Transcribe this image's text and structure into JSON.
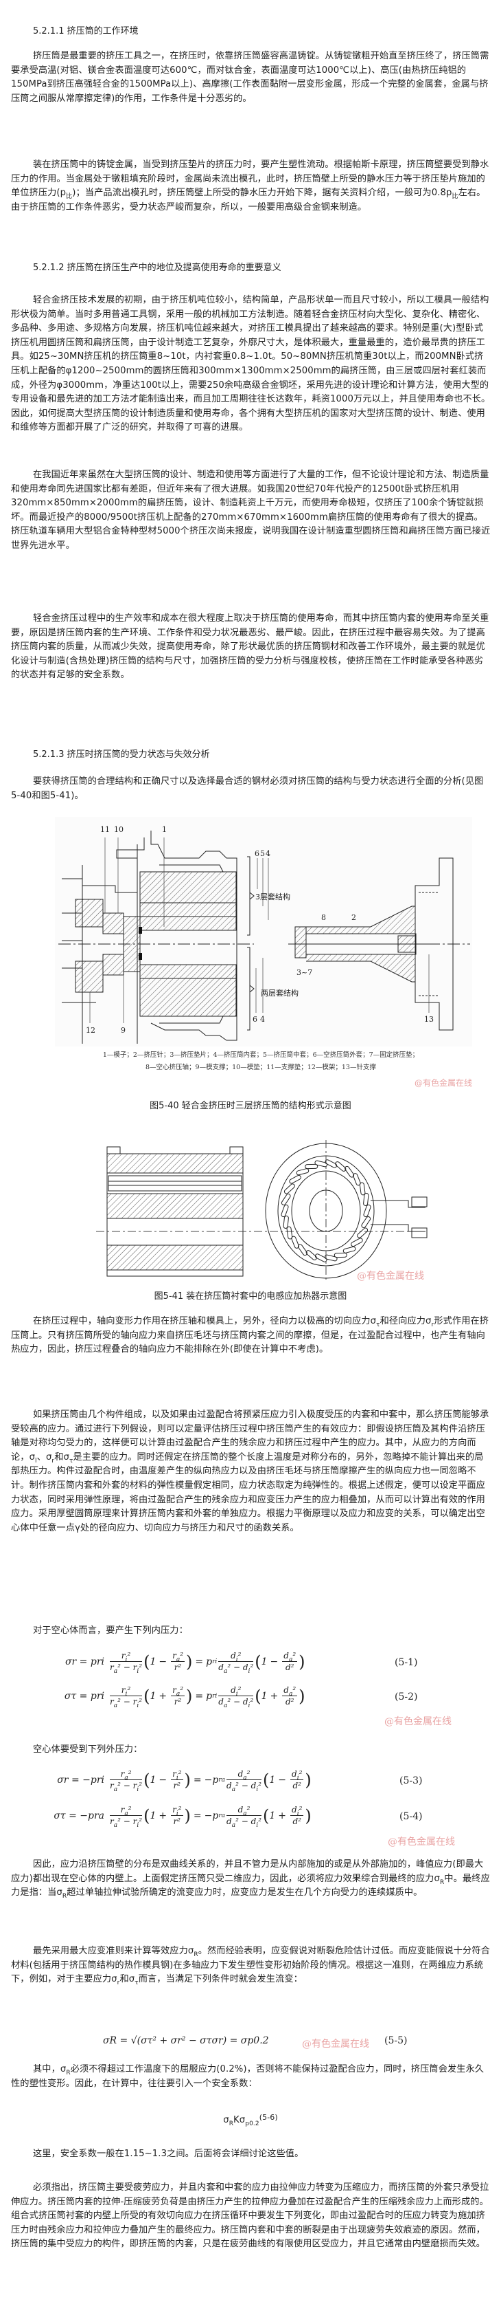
{
  "sections": {
    "s1_heading": "5.2.1.1 挤压筒的工作环境",
    "s1_p1": "挤压筒是最重要的挤压工具之一，在挤压时，依靠挤压筒盛容高温铸锭。从铸锭镦粗开始直至挤压终了，挤压筒需要承受高温(对铝、镁合金表面温度可达600℃，而对钛合金，表面温度可达1000℃以上)、高压(由热挤压纯铝的150MPa到挤压高强轻合金的1500MPa以上)、高摩擦(工作表面黏附一层变形金属，形成一个完整的金属套，金属与挤压筒之间服从常摩擦定律)的作用，工作条件是十分恶劣的。",
    "s1_p2_a": "装在挤压筒中的铸锭金属，当受到挤压垫片的挤压力时，要产生塑性流动。根据帕斯卡原理，挤压筒壁要受到静水压力的作用。当金属处于镦粗填充阶段时，金属尚未流出模孔，此时，挤压筒壁上所受的静水压力等于挤压垫片施加的单位挤压力(p",
    "s1_p2_sub1": "比",
    "s1_p2_b": ")；当产品流出模孔时，挤压筒壁上所受的静水压力开始下降，据有关资料介绍，一般可为0.8p",
    "s1_p2_sub2": "比",
    "s1_p2_c": "左右。由于挤压筒的工作条件恶劣，受力状态严峻而复杂，所以，一般要用高级合金钢来制造。",
    "s2_heading": "5.2.1.2 挤压筒在挤压生产中的地位及提高使用寿命的重要意义",
    "s2_p1": "轻合金挤压技术发展的初期，由于挤压机吨位较小，结构简单，产品形状单一而且尺寸较小，所以工模具一般结构形状极为简单。当时多用普通工具钢，采用一般的机械加工方法制造。随着轻合金挤压材向大型化、复杂化、精密化、多品种、多用途、多规格方向发展，挤压机吨位越来越大，对挤压工模具提出了越来越高的要求。特别是重(大)型卧式挤压机用圆挤压筒和扁挤压筒，由于设计制造工艺复杂，外廓尺寸大，是体积最大，重量最重的，造价最昂贵的挤压工具。如25~30MN挤压机的挤压筒重8~10t，内衬套重0.8~1.0t。50~80MN挤压机筒重30t以上，而200MN卧式挤压机上配备的φ1200~2500mm的圆挤压筒和300mm×1300mm×2500mm的扁挤压筒，由三层或四层衬套红装而成，外径为φ3000mm，净重达100t以上，需要250余吨高级合金钢坯，采用先进的设计理论和计算方法，使用大型的专用设备和最先进的加工方法才能制造出来，而且加工周期往往长达数年，耗资1000万元以上，并且使用寿命也不长。因此，如何提高大型挤压筒的设计制造质量和使用寿命，各个拥有大型挤压机的国家对大型挤压筒的设计、制造、使用和维修等方面都开展了广泛的研究，并取得了可喜的进展。",
    "s2_p2": "在我国近年来虽然在大型挤压筒的设计、制造和使用等方面进行了大量的工作，但不论设计理论和方法、制造质量和使用寿命同先进国家比都有差距，但近年来有了很大进展。如我国20世纪70年代投产的12500t卧式挤压机用320mm×850mm×2000mm的扁挤压筒，设计、制造耗资上千万元，而使用寿命极短，仅挤压了100余个铸锭就损坏。而最近投产的8000/9500t挤压机上配备的270mm×670mm×1600mm扁挤压筒的使用寿命有了很大的提高。挤压轨道车辆用大型铝合金特种型材5000个挤压次尚未报废，说明我国在设计制造重型圆挤压筒和扁挤压筒方面已接近世界先进水平。",
    "s2_p3": "轻合金挤压过程中的生产效率和成本在很大程度上取决于挤压筒的使用寿命，而其中挤压筒内套的使用寿命至关重要，原因是挤压筒内套的生产环境、工作条件和受力状况最恶劣、最严峻。因此，在挤压过程中最容易失效。为了提高挤压筒内套的质量，从而减少失效，提高使用寿命，除了形状最优质的挤压筒钢材和改善工作环境外，最主要的就是优化设计与制造(含热处理)挤压筒的结构与尺寸，加强挤压筒的受力分析与强度校核，使挤压筒在工作时能承受各种恶劣的状态并有足够的安全系数。",
    "s3_heading": "5.2.1.3 挤压时挤压筒的受力状态与失效分析",
    "s3_p1": "要获得挤压筒的合理结构和正确尺寸以及选择最合适的钢材必须对挤压筒的结构与受力状态进行全面的分析(见图5-40和图5-41)。"
  },
  "figure_5_40": {
    "labels": [
      "11",
      "10",
      "1",
      "6",
      "5",
      "4",
      "3层套结构",
      "8",
      "2",
      "3~7",
      "两层套结构",
      "6",
      "4",
      "12",
      "9",
      "13"
    ],
    "legend_line1": "1—模子；2—挤压针；3—挤压垫片；4—挤压筒内套；5—挤压筒中套；6—空挤压筒外套；7—固定挤压垫；",
    "legend_line2": "8—空心挤压轴；9—模支撑；10—模垫；11—支撑垫；12—模架；13—针支撑",
    "caption": "图5-40 轻合金挤压时三层挤压筒的结构形式示意图"
  },
  "figure_5_41": {
    "caption": "图5-41 装在挤压筒衬套中的电感应加热器示意图"
  },
  "watermark": "@有色金属在线",
  "s3_body": {
    "p2_a": "在挤压过程中，轴向变形力作用在挤压轴和模具上，另外，径向力以极高的切向应力σ",
    "p2_sub1": "τ",
    "p2_b": "和径向应力σ",
    "p2_sub2": "r",
    "p2_c": "形式作用在挤压筒上。只有挤压筒所受的轴向应力来自挤压毛坯与挤压筒内套之间的摩擦，但是，在过盈配合过程中，也产生有轴向热应力，因此，挤压过程叠合的轴向应力不能排除在外(即使在计算中不考虑)。",
    "p3_a": "如果挤压筒由几个构件组成，以及如果由过盈配合将预紧压应力引入极度受压的内套和中套中，那么挤压筒能够承受较高的应力。通过进行下列假设，则可以定量评估挤压过程中挤压筒产生的有效应力：即假设挤压筒及其构件沿挤压轴是对称均匀受力的，这样便可以计算由过盈配合产生的残余应力和挤压过程中产生的应力。其中，从应力的方向而论，σ",
    "p3_sub1": "l",
    "p3_b": "、σ",
    "p3_sub2": "r",
    "p3_c": "和σ",
    "p3_sub3": "τ",
    "p3_d": "是主要的应力。同时还假定在挤压筒的整个长度上温度是对称分布的，另外，忽略掉不能计算出来的局部热压力。构件过盈配合时，由温度差产生的纵向热应力以及由挤压毛坯与挤压筒摩擦产生的纵向应力也一同忽略不计。制作挤压筒内套和外套的材料的弹性模量假定相同，应力状态取定为纯弹性的。根据上述假定，便可以设定平面应力状态，同时采用弹性原理，将由过盈配合产生的残余应力和应变压力产生的应力相叠加，从而可以计算出有效的作用应力。采用厚壁圆筒原理来计算挤压筒内套和外套的单独应力。根据力平衡原理以及应力和应变的关系，可以确定出空心体中任意一点γ处的径向应力、切向应力与挤压力和尺寸的函数关系。",
    "p4": "对于空心体而言，要产生下列内压力：",
    "p5": "空心体要受到下列外压力：",
    "p6_a": "因此，应力沿挤压筒壁的分布是双曲线关系的，并且不管力是从内部施加的或是从外部施加的，峰值应力(即最大应力)都出现在空心体的内壁上。上面假定挤压筒只受二维应力，因此，必须将应力效果综合到最终的应力σ",
    "p6_sub1": "R",
    "p6_b": "中。最终应力是指：当σ",
    "p6_sub2": "R",
    "p6_c": "超过单轴拉伸试验所确定的流变应力时，应变应力是发生在几个方向受力的连续媒质中。",
    "p7_a": "最先采用最大应变准则来计算等效应力σ",
    "p7_sub1": "R",
    "p7_b": "。然而经验表明，应变假说对断裂危险估计过低。而应变能假说十分符合材料(包括用于挤压筒结构的热作模具钢)在多轴应力下发生塑性变形初始阶段的情况。根据这一准则，在两维应力系统下，例如，对于主要应力σ",
    "p7_sub2": "r",
    "p7_c": "和σ",
    "p7_sub3": "τ",
    "p7_d": "而言，当满足下列条件时就会发生流变：",
    "p8_a": "其中，σ",
    "p8_sub1": "R",
    "p8_b": "必须不得超过工作温度下的屈服应力(0.2%)，否则将不能保持过盈配合应力，同时，挤压筒会发生永久性的塑性变形。因此，在计算中，往往要引入一个安全系数：",
    "eq6_a": "σ",
    "eq6_sub1": "R",
    "eq6_b": "Kσ",
    "eq6_sub2": "p0.2",
    "eq6_num": "(5-6)",
    "p9": "这里，安全系数一般在1.15~1.3之间。后面将会详细讨论这些值。",
    "p10": "必须指出，挤压筒主要受疲劳应力，并且内套和中套的应力由拉伸应力转变为压缩应力，而挤压筒的外套只承受拉伸应力。挤压筒内套的拉伸-压缩疲劳负荷是由挤压力产生的拉伸应力叠加在过盈配合产生的压缩残余应力上而形成的。组合式挤压筒衬套的内壁上所受的有效切向应力在挤压循环中要发生下列变化，即由过盈配合时的压应力转变为施加挤压力时由残余应力和拉伸应力叠加产生的最终应力。挤压筒内套和中套的断裂是由于出现疲劳失效痕迹的原因。然而，挤压筒的集中受应力的构件，即挤压筒的内套，只是在疲劳曲线的有限使用区受应力，并且它通常由内壁磨损而失效。"
  },
  "equations": {
    "eq1": {
      "lhs": "σr = pri",
      "num": "(5-1)"
    },
    "eq2": {
      "lhs": "στ = pri",
      "num": "(5-2)"
    },
    "eq3": {
      "lhs": "σr = −pri",
      "num": "(5-3)"
    },
    "eq4": {
      "lhs": "στ = −pra",
      "num": "(5-4)"
    },
    "eq5": {
      "expr": "σR = √(στ² + σr² − στσr) = σp0.2",
      "num": "(5-5)"
    }
  }
}
